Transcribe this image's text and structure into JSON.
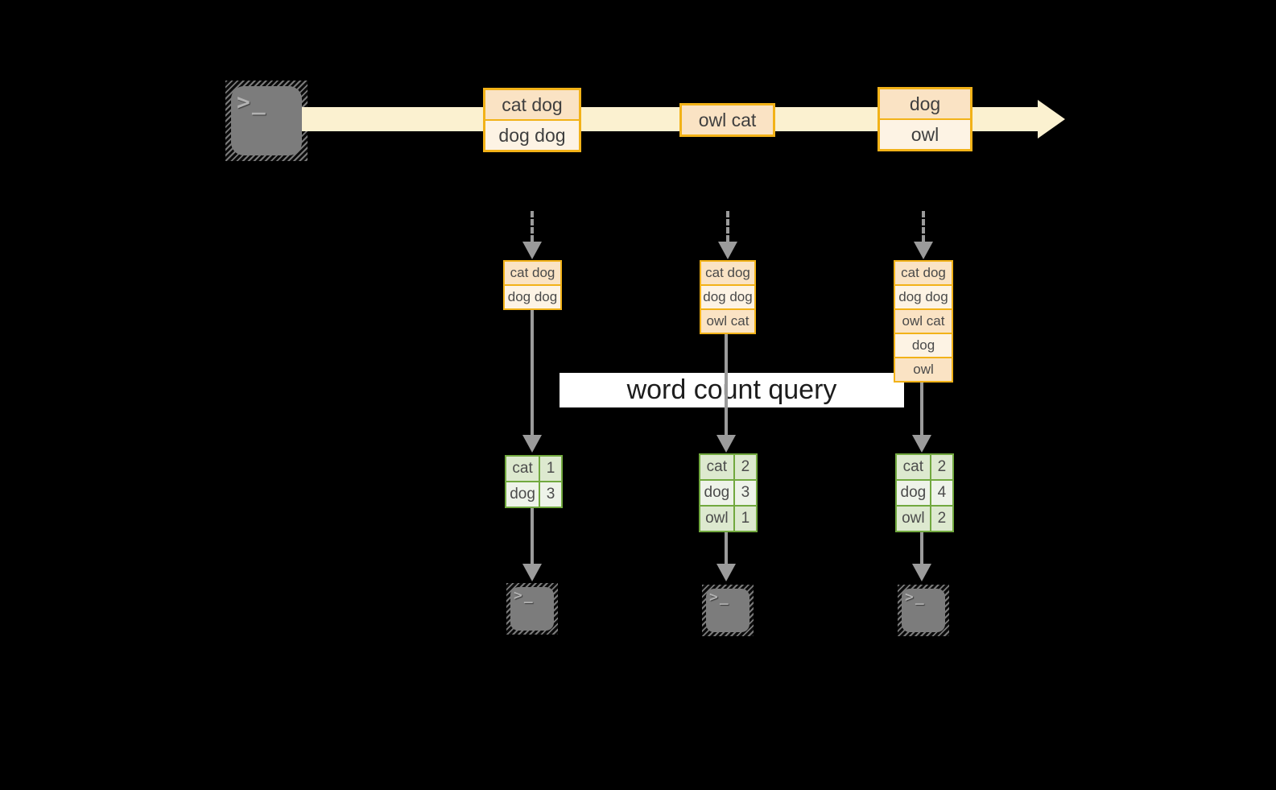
{
  "query": {
    "label": "word count query"
  },
  "source": {
    "glyph": ">_"
  },
  "stream": {
    "batches": [
      {
        "lines": [
          "cat dog",
          "dog dog"
        ]
      },
      {
        "lines": [
          "owl cat"
        ]
      },
      {
        "lines": [
          "dog",
          "owl"
        ]
      }
    ]
  },
  "columns": [
    {
      "log": [
        "cat dog",
        "dog dog"
      ],
      "counts": [
        {
          "word": "cat",
          "count": "1"
        },
        {
          "word": "dog",
          "count": "3"
        }
      ]
    },
    {
      "log": [
        "cat dog",
        "dog dog",
        "owl cat"
      ],
      "counts": [
        {
          "word": "cat",
          "count": "2"
        },
        {
          "word": "dog",
          "count": "3"
        },
        {
          "word": "owl",
          "count": "1"
        }
      ]
    },
    {
      "log": [
        "cat dog",
        "dog dog",
        "owl cat",
        "dog",
        "owl"
      ],
      "counts": [
        {
          "word": "cat",
          "count": "2"
        },
        {
          "word": "dog",
          "count": "4"
        },
        {
          "word": "owl",
          "count": "2"
        }
      ]
    }
  ],
  "sinks": [
    {
      "glyph": ">_"
    },
    {
      "glyph": ">_"
    },
    {
      "glyph": ">_"
    }
  ],
  "colors": {
    "background": "#000000",
    "stream_band": "#fbf1d0",
    "orange_border": "#f2b218",
    "cell_fill_dark": "#fae3c4",
    "cell_fill_light": "#fdf3e4",
    "green_border": "#72a93f",
    "green_row_dark": "#dde9cf",
    "green_row_light": "#eef3e9",
    "arrow_gray": "#9b9b9b",
    "banner_bg": "#ffffff",
    "terminal_gray": "#7c7c7c"
  }
}
